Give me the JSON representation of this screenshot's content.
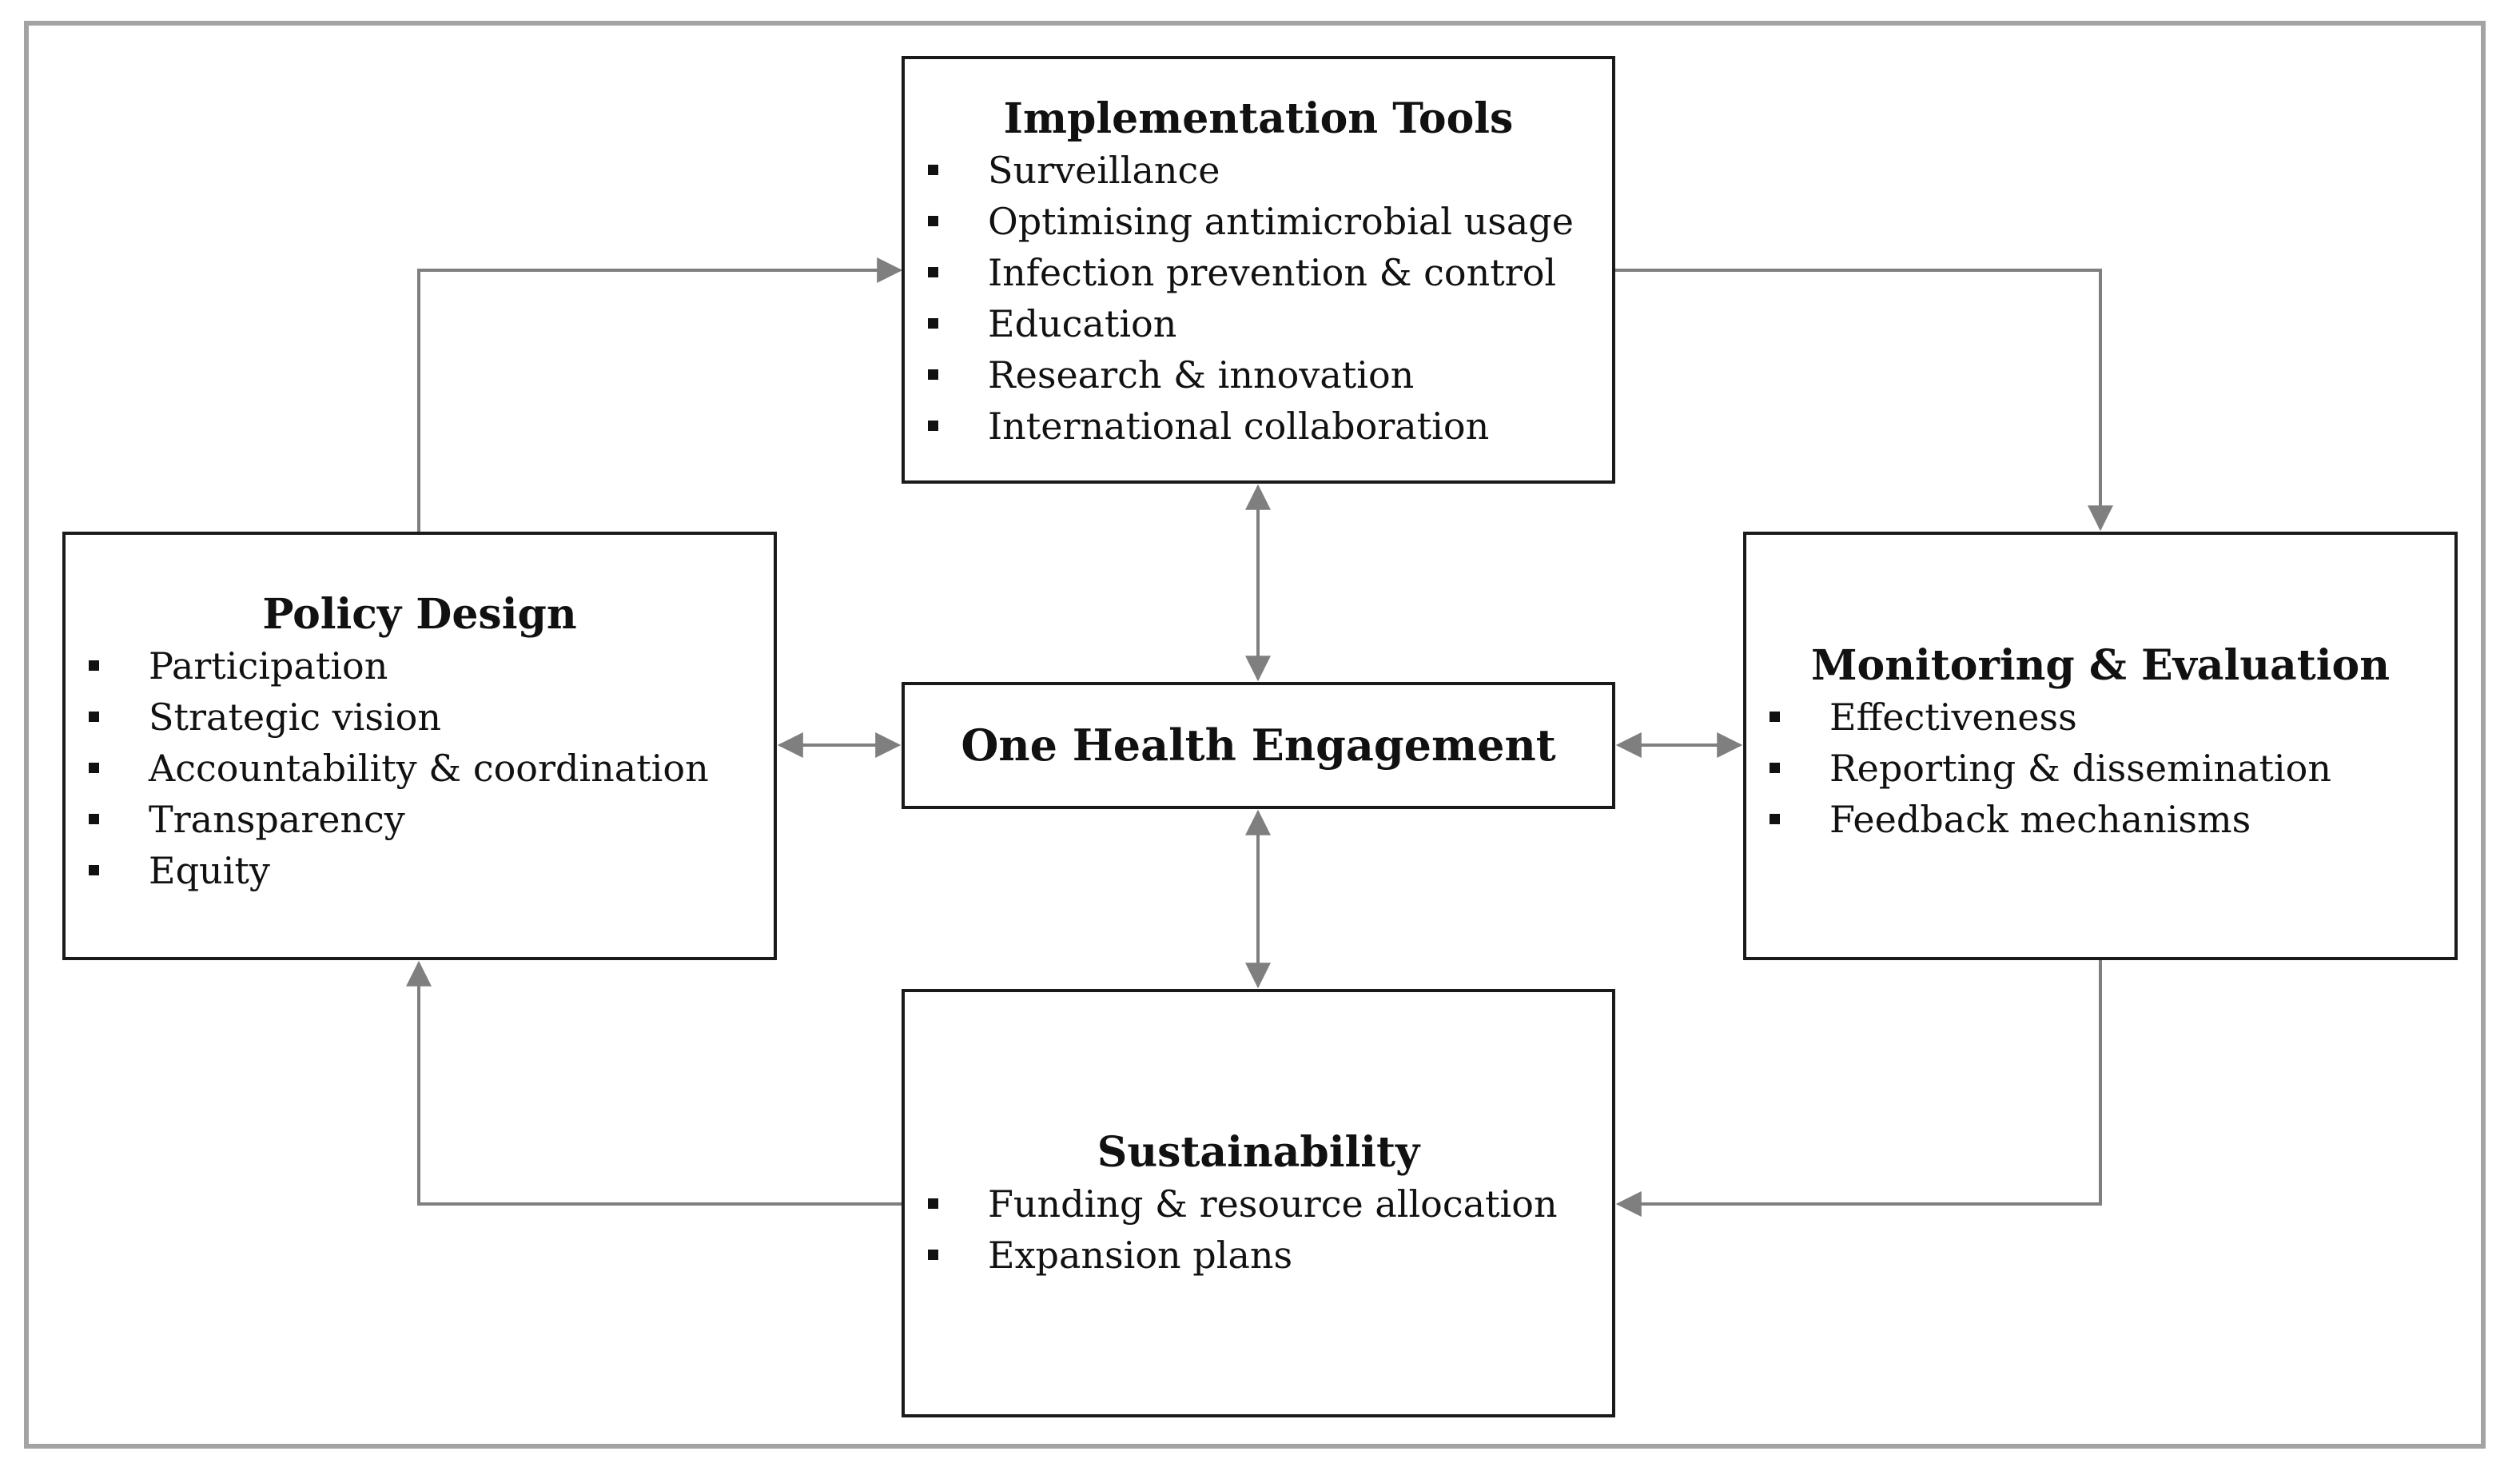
{
  "diagram": {
    "implementation": {
      "title": "Implementation Tools",
      "items": [
        "Surveillance",
        "Optimising antimicrobial usage",
        "Infection prevention & control",
        "Education",
        "Research & innovation",
        "International collaboration"
      ]
    },
    "policy": {
      "title": "Policy Design",
      "items": [
        "Participation",
        "Strategic vision",
        "Accountability & coordination",
        "Transparency",
        "Equity"
      ]
    },
    "monitoring": {
      "title": "Monitoring & Evaluation",
      "items": [
        "Effectiveness",
        "Reporting & dissemination",
        "Feedback mechanisms"
      ]
    },
    "sustainability": {
      "title": "Sustainability",
      "items": [
        "Funding & resource allocation",
        "Expansion plans"
      ]
    },
    "center": {
      "title": "One Health Engagement"
    },
    "colors": {
      "connector": "#7f7f7f",
      "box_border": "#1a1a1a",
      "frame": "#a3a3a3",
      "text": "#111111"
    }
  }
}
